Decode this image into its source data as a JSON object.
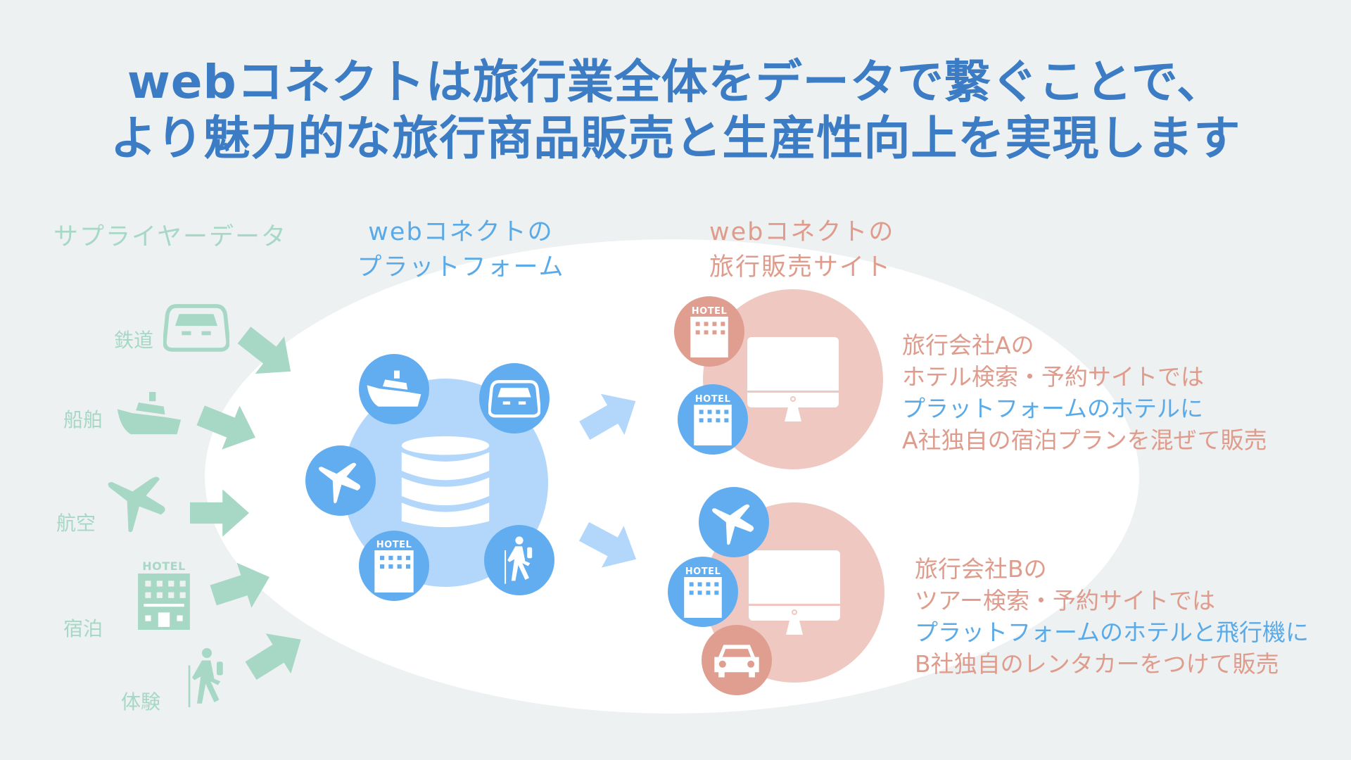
{
  "title": {
    "line1": "webコネクトは旅行業全体をデータで繋ぐことで、",
    "line2": "より魅力的な旅行商品販売と生産性向上を実現します"
  },
  "supplier": {
    "heading": "サプライヤーデータ",
    "items": [
      {
        "label": "鉄道",
        "icon": "train-icon"
      },
      {
        "label": "船舶",
        "icon": "ship-icon"
      },
      {
        "label": "航空",
        "icon": "airplane-icon"
      },
      {
        "label": "宿泊",
        "icon": "hotel-icon"
      },
      {
        "label": "体験",
        "icon": "hiker-icon"
      }
    ]
  },
  "platform": {
    "heading1": "webコネクトの",
    "heading2": "プラットフォーム"
  },
  "site": {
    "heading1": "webコネクトの",
    "heading2": "旅行販売サイト"
  },
  "hotel_text": "HOTEL",
  "companyA": {
    "line1": "旅行会社Aの",
    "line2": "ホテル検索・予約サイトでは",
    "line3": "プラットフォームのホテルに",
    "line4": "A社独自の宿泊プランを混ぜて販売"
  },
  "companyB": {
    "line1": "旅行会社Bの",
    "line2": "ツアー検索・予約サイトでは",
    "line3": "プラットフォームのホテルと飛行機に",
    "line4": "B社独自のレンタカーをつけて販売"
  },
  "colors": {
    "title": "#3b7cc4",
    "green": "#a7d7c5",
    "blue": "#62adf0",
    "light_blue": "#b3d7fb",
    "pink": "#efc9c1",
    "pink_dark": "#df9e8f"
  }
}
